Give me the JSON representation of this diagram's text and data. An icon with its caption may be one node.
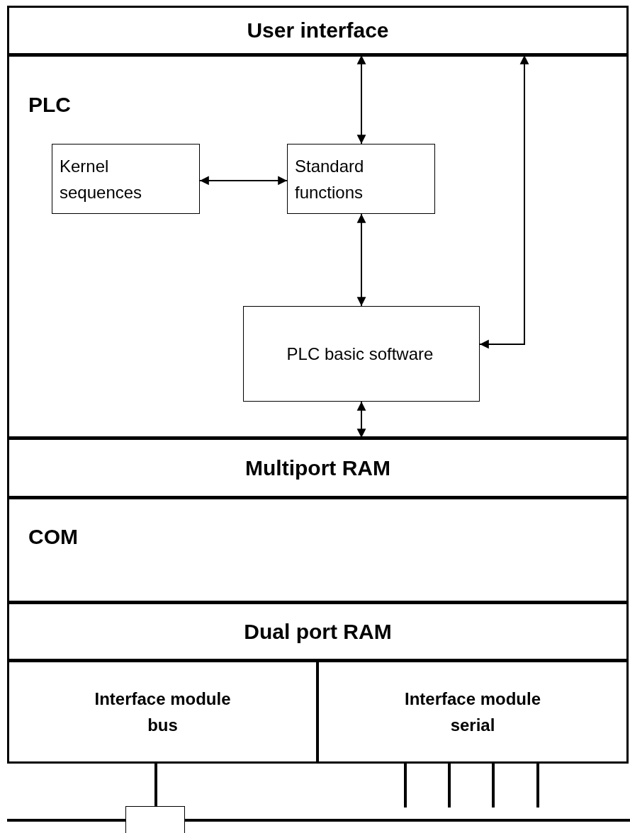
{
  "diagram": {
    "nodes": [
      {
        "text": [
          "User interface"
        ]
      },
      {
        "text": [
          "PLC"
        ]
      },
      {
        "text": [
          "Kernel sequences"
        ],
        "in": 1
      },
      {
        "text": [
          "Standard functions"
        ],
        "in": 1
      },
      {
        "text": [
          "PLC basic software"
        ],
        "in": 1
      },
      {
        "text": [
          "Multiport RAM"
        ]
      },
      {
        "text": [
          "COM"
        ]
      },
      {
        "text": [
          "Dual port RAM"
        ]
      },
      {
        "text": [
          "Interface module bus"
        ]
      },
      {
        "text": [
          "Interface module serial"
        ]
      },
      {
        "text": [],
        "shape": "box"
      }
    ],
    "edges": [
      {
        "from": 0,
        "to": 3,
        "arrow": "both"
      },
      {
        "from": 2,
        "to": 3,
        "arrow": "both"
      },
      {
        "from": 3,
        "to": 4,
        "arrow": "both"
      },
      {
        "from": 4,
        "to": 0,
        "arrow": "both"
      },
      {
        "from": 4,
        "to": 5,
        "arrow": "both"
      },
      {
        "from": 8,
        "to": 10,
        "arrow": "none",
        "style": "thick"
      },
      {
        "from": 9,
        "to": null,
        "arrow": "none",
        "style": "thick"
      },
      {
        "from": 9,
        "to": null,
        "arrow": "none",
        "style": "thick"
      },
      {
        "from": 9,
        "to": null,
        "arrow": "none",
        "style": "thick"
      },
      {
        "from": 9,
        "to": null,
        "arrow": "none",
        "style": "thick"
      }
    ]
  }
}
